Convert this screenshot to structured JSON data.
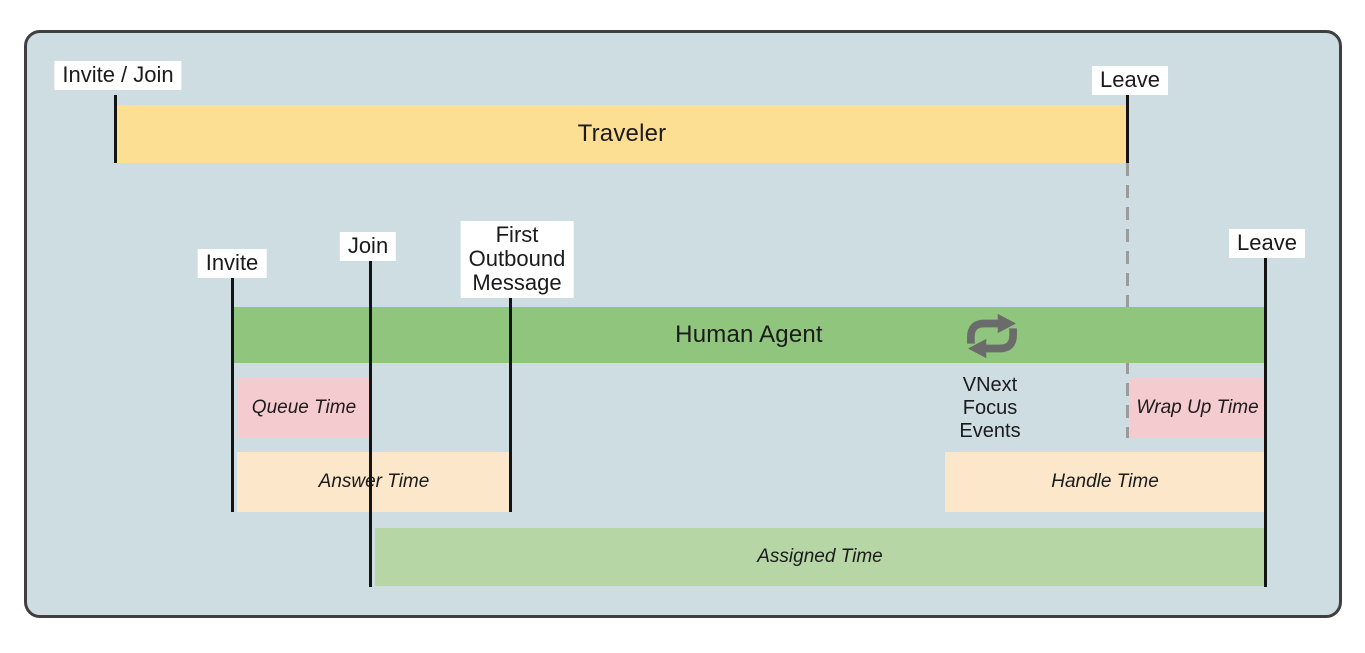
{
  "colors": {
    "page": "#ffffff",
    "background": "#cedde2",
    "frame_border": "#3f3f3f",
    "traveler_bar": "#fcdf92",
    "agent_bar": "#8fc57d",
    "assigned_bar": "#b6d7a5",
    "queue_bar": "#f4cbce",
    "answer_bar": "#fce7cb",
    "handle_bar": "#fce7cb",
    "wrapup_bar": "#f4cbce",
    "label_box": "#ffffff",
    "text_color": "#1b1b1b",
    "event_line": "#141414",
    "dashed_line": "#9b9b9b",
    "icon_color": "#6b6b6b"
  },
  "traveler": {
    "label": "Traveler",
    "events": {
      "invite_join": "Invite / Join",
      "leave": "Leave"
    }
  },
  "agent": {
    "label": "Human Agent",
    "events": {
      "invite": "Invite",
      "join": "Join",
      "first_outbound_message": "First\nOutbound\nMessage",
      "leave": "Leave"
    }
  },
  "metrics": {
    "queue_time": "Queue Time",
    "answer_time": "Answer Time",
    "wrap_up_time": "Wrap Up Time",
    "handle_time": "Handle Time",
    "assigned_time": "Assigned Time"
  },
  "annotations": {
    "vnext_focus_events": "VNext\nFocus\nEvents",
    "sync_icon_name": "sync-arrows-icon"
  }
}
